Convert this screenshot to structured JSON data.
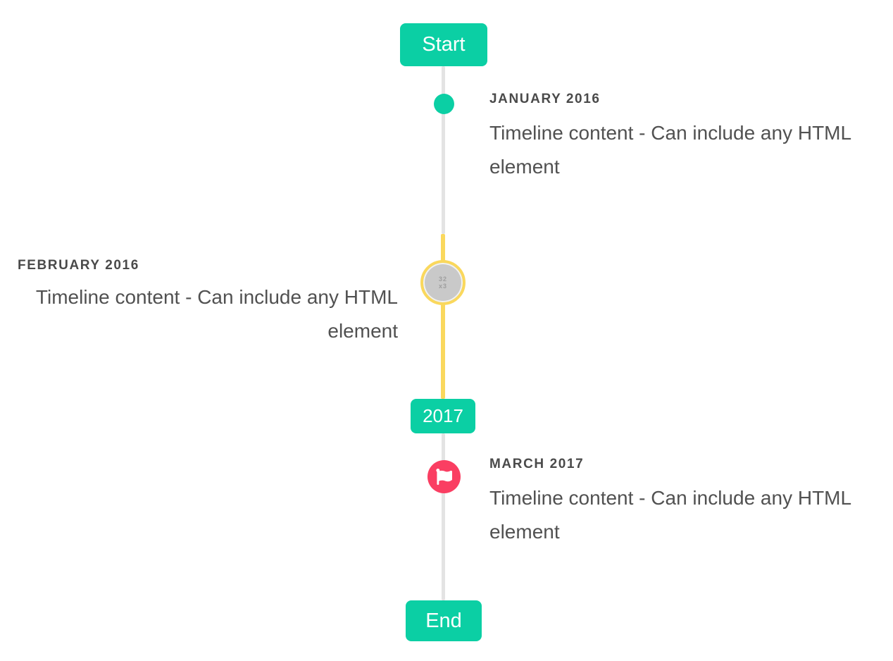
{
  "timeline": {
    "start_badge": "Start",
    "year_badge": "2017",
    "end_badge": "End",
    "entries": [
      {
        "date": "JANUARY 2016",
        "content": "Timeline content - Can include any HTML element",
        "side": "right",
        "marker": "teal-dot"
      },
      {
        "date": "FEBRUARY 2016",
        "content": "Timeline content - Can include any HTML element",
        "side": "left",
        "marker": "gray-circle-yellow-ring",
        "broken_image_text": "32\nx3"
      },
      {
        "date": "MARCH 2017",
        "content": "Timeline content - Can include any HTML element",
        "side": "right",
        "marker": "red-flag-circle"
      }
    ],
    "colors": {
      "teal": "#0bcfa4",
      "yellow": "#fad85d",
      "red": "#fa3e62",
      "line_gray": "#e3e3e3",
      "circle_gray": "#c9c9c9",
      "heading_text": "#4a4a4a",
      "content_text": "#515151",
      "badge_text": "#ffffff"
    }
  }
}
